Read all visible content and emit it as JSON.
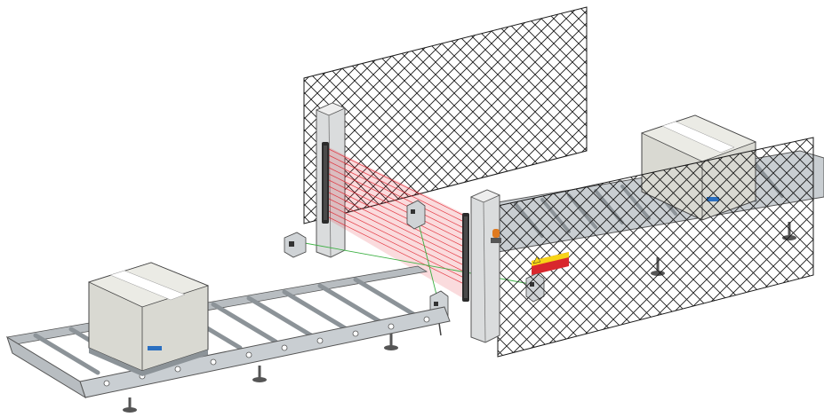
{
  "colors": {
    "fence_stroke": "#1a1a1a",
    "conveyor_fill": "#c9ced2",
    "conveyor_dark": "#8c9398",
    "roller": "#b8bdc1",
    "post": "#dadcdd",
    "light_curtain": "#2b2b2b",
    "beam": "#e0202a",
    "sensor_beam": "#3cb043",
    "box": "#d9d9d2",
    "box_label_blue": "#2a6fc0",
    "warning_yellow": "#f7d417",
    "warning_red": "#d8272d",
    "beacon": "#e07a1f"
  },
  "icons": {
    "light_curtain_emitter": "vertical-light-curtain-bar",
    "light_curtain_receiver": "vertical-light-curtain-bar",
    "muting_sensor": "photoelectric-sensor",
    "beacon": "orange-warning-lamp",
    "warning_sign": "hazard-warning-sign"
  },
  "warning_sign": {
    "heading": "",
    "body": ""
  }
}
